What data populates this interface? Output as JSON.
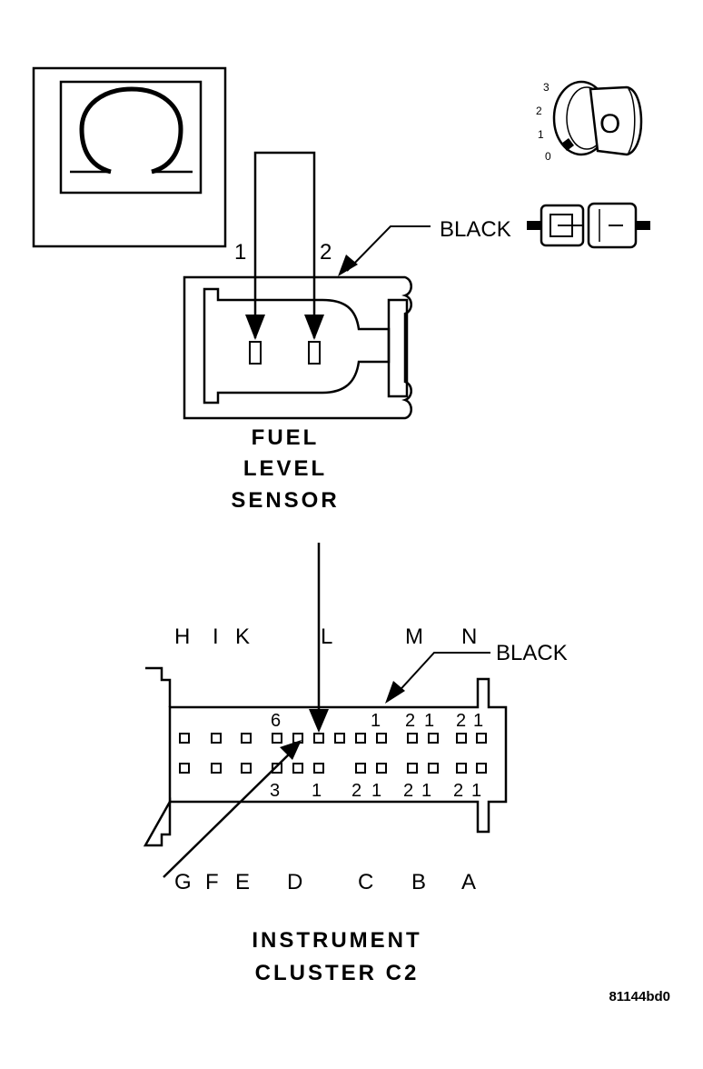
{
  "ohmmeter": {
    "symbol": "Ω"
  },
  "ignition": {
    "positions": [
      "3",
      "2",
      "1",
      "0"
    ],
    "key_label": "O"
  },
  "fuel_sensor": {
    "title_lines": [
      "FUEL",
      "LEVEL",
      "SENSOR"
    ],
    "color_label": "BLACK",
    "pins": [
      "1",
      "2"
    ]
  },
  "cluster": {
    "title_lines": [
      "INSTRUMENT",
      "CLUSTER C2"
    ],
    "color_label": "BLACK",
    "top_letters": [
      "H",
      "I",
      "K",
      "L",
      "M",
      "N"
    ],
    "bottom_letters": [
      "G",
      "F",
      "E",
      "D",
      "C",
      "B",
      "A"
    ],
    "top_pin_numbers": [
      "6",
      "1",
      "2",
      "1",
      "2",
      "1"
    ],
    "bottom_pin_numbers": [
      "3",
      "1",
      "2",
      "1",
      "2",
      "1",
      "2",
      "1"
    ]
  },
  "figure_id": "81144bd0",
  "colors": {
    "ink": "#000000",
    "paper": "#ffffff"
  }
}
